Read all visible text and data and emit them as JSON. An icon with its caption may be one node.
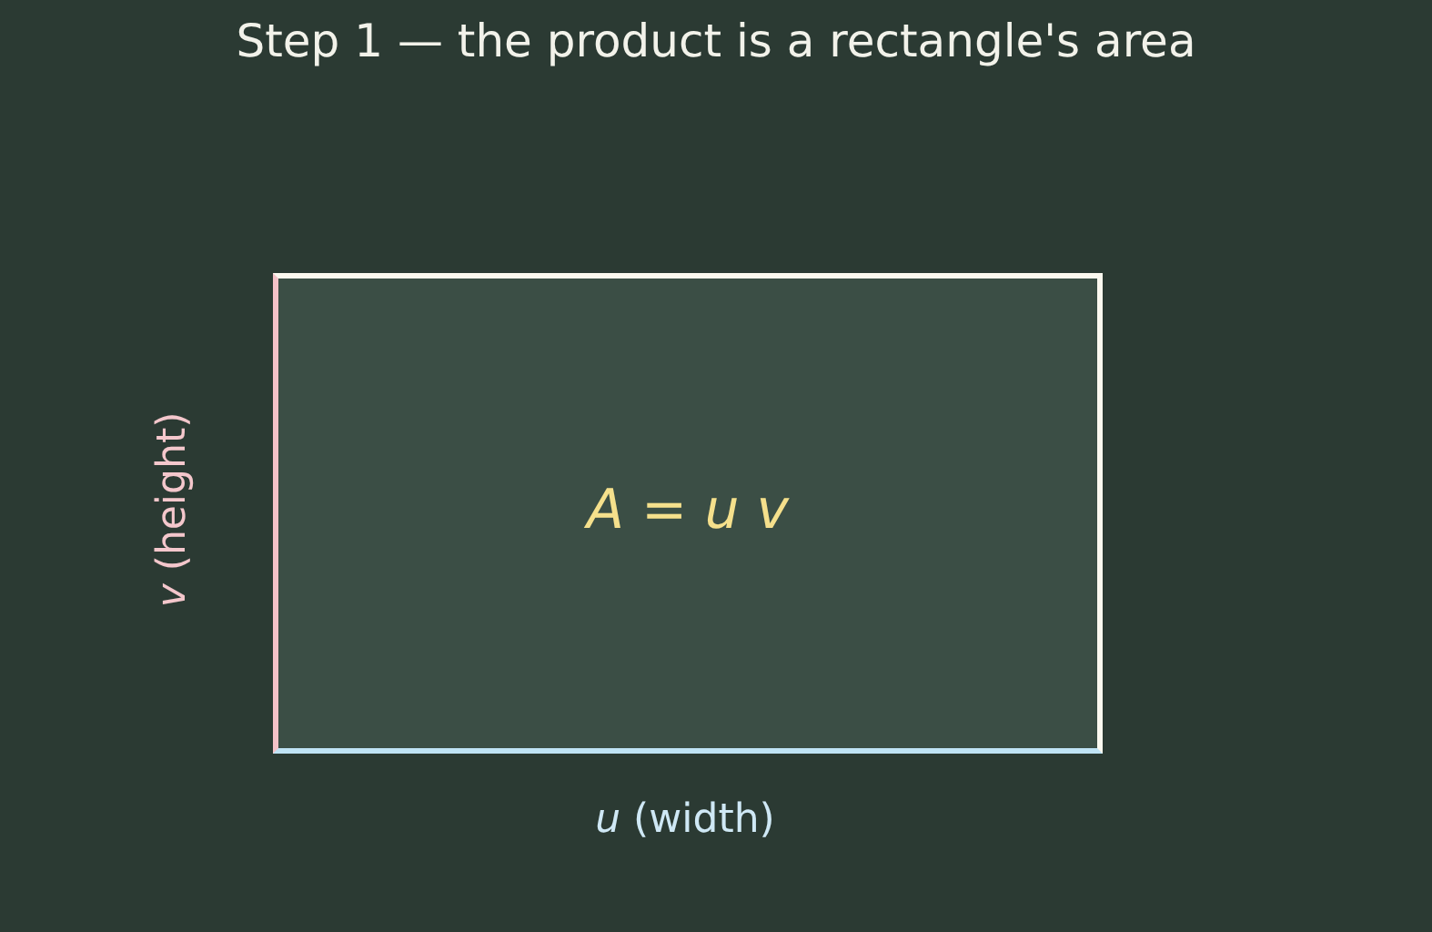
{
  "diagram": {
    "title": "Step 1 — the product is a rectangle's area",
    "nodes": [
      {
        "text": [
          "*A* = *u* *v*"
        ]
      }
    ],
    "labels": [
      "*v* (height)",
      "*u* (width)"
    ]
  }
}
